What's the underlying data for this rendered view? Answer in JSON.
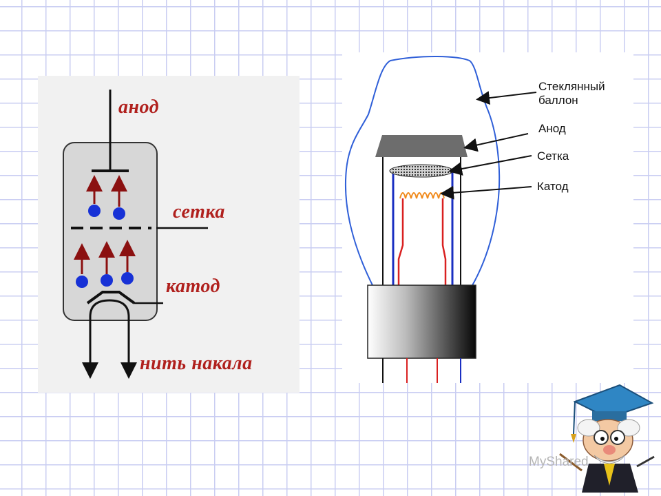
{
  "schematic": {
    "anode_label": "анод",
    "grid_label": "сетка",
    "cathode_label": "катод",
    "filament_label": "нить накала"
  },
  "tube_drawing": {
    "glass_label_line1": "Стеклянный",
    "glass_label_line2": "баллон",
    "anode_label": "Анод",
    "grid_label": "Сетка",
    "cathode_label": "Катод"
  },
  "watermark": "MyShared",
  "colors": {
    "electron": "#1731d6",
    "arrow": "#8b1010",
    "label_red": "#b0201d",
    "glass": "#2f5fd8",
    "filament": "#f08a1c"
  }
}
